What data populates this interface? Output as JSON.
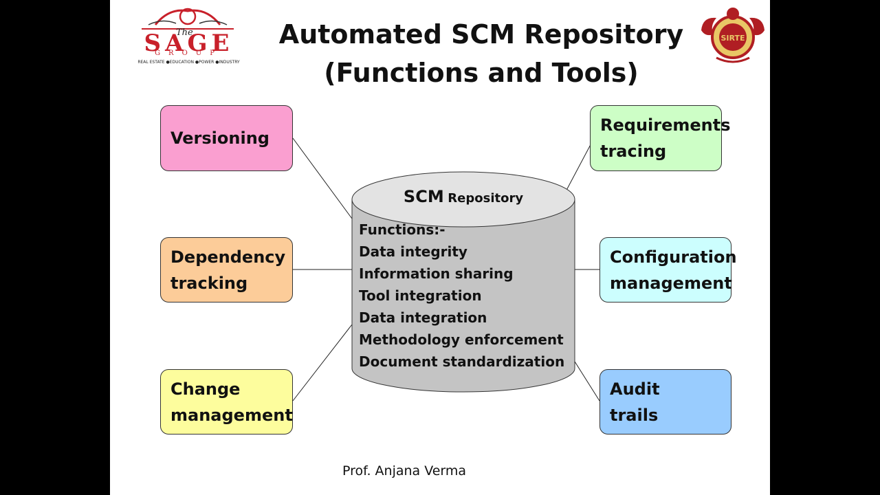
{
  "title": {
    "line1": "Automated SCM Repository",
    "line2": "(Functions and Tools)"
  },
  "logos": {
    "left": {
      "the": "The",
      "name": "SAGE",
      "group": "GROUP",
      "tagline": "REAL ESTATE ●EDUCATION ●POWER ●INDUSTRY"
    },
    "right": {
      "text": "SIRTE"
    }
  },
  "repository": {
    "title_big": "SCM",
    "title_small": "Repository",
    "functions_heading": "Functions:-",
    "functions": [
      "Data integrity",
      "Information sharing",
      "Tool integration",
      "Data integration",
      "Methodology enforcement",
      "Document standardization"
    ]
  },
  "left_boxes": [
    {
      "lines": [
        "Versioning"
      ],
      "color": "#fa9fd0"
    },
    {
      "lines": [
        "Dependency",
        "tracking"
      ],
      "color": "#fccc99"
    },
    {
      "lines": [
        "Change",
        "management"
      ],
      "color": "#fdfd9d"
    }
  ],
  "right_boxes": [
    {
      "lines": [
        "Requirements",
        "tracing"
      ],
      "color": "#cdfec6"
    },
    {
      "lines": [
        "Configuration",
        "management"
      ],
      "color": "#ccfefe"
    },
    {
      "lines": [
        "Audit",
        "trails"
      ],
      "color": "#99ccfe"
    }
  ],
  "footer": "Prof. Anjana Verma",
  "colors": {
    "cylinder_body": "#c4c4c4",
    "cylinder_top": "#e3e3e3",
    "background": "#000000",
    "slide": "#ffffff"
  }
}
